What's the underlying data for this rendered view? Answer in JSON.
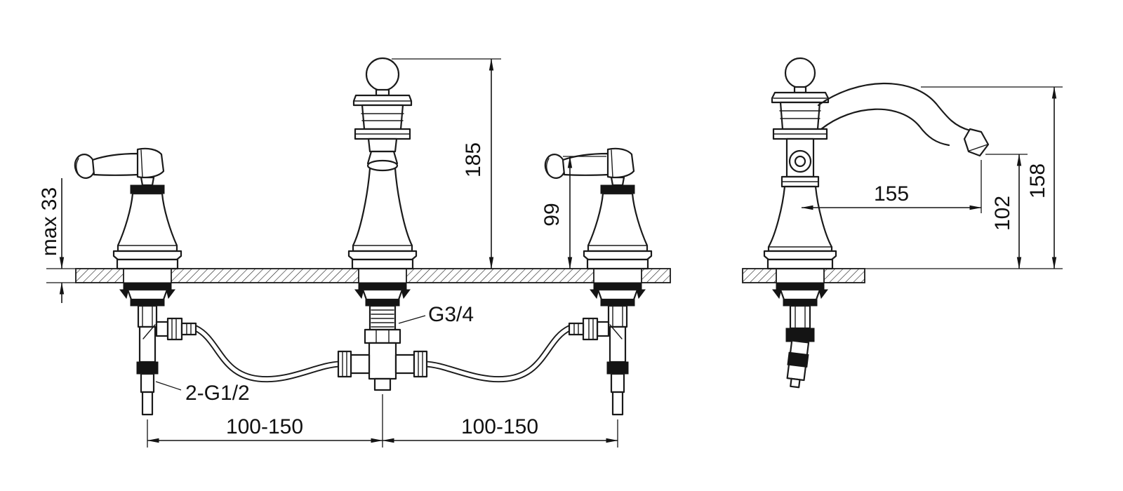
{
  "diagram": {
    "kind": "faucet-installation-technical-drawing",
    "views": {
      "front": "front-view",
      "side": "side-view"
    }
  },
  "dims": {
    "deck_thickness": "max 33",
    "spout_column_height": "185",
    "handle_height": "99",
    "spout_reach": "155",
    "outlet_height": "102",
    "spout_top_height": "158",
    "hole_spacing_left": "100-150",
    "hole_spacing_right": "100-150"
  },
  "labels": {
    "center_thread": "G3/4",
    "supply_threads": "2-G1/2"
  },
  "colors": {
    "ink": "#1a1a1a",
    "background": "#ffffff"
  }
}
